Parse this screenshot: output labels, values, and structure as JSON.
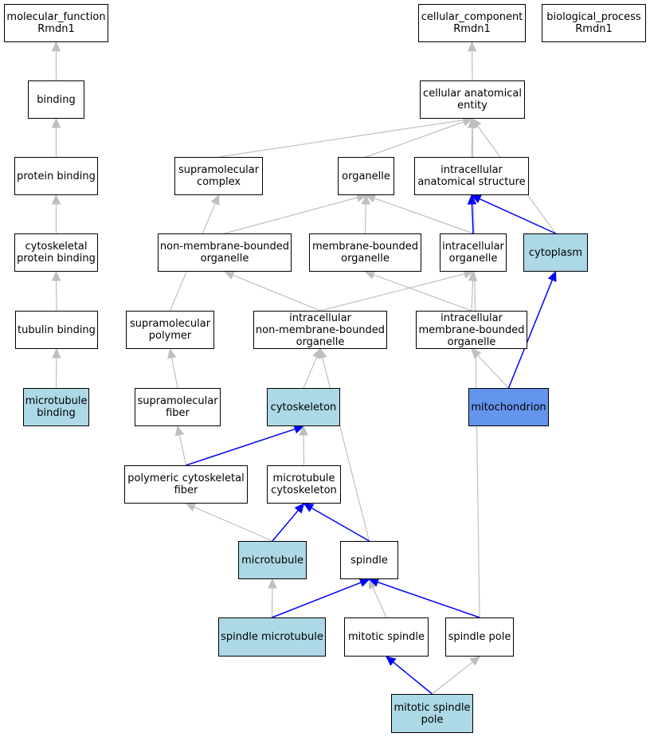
{
  "colors": {
    "node_default": "#ffffff",
    "node_highlight": "#add8e6",
    "node_selected": "#6495ed",
    "edge_gray": "#bfbfbf",
    "edge_blue": "#0000ff"
  },
  "nodes": {
    "mf_root": "molecular_function\nRmdn1",
    "binding": "binding",
    "protein_binding": "protein binding",
    "cytoskeletal_protein_binding": "cytoskeletal\nprotein binding",
    "tubulin_binding": "tubulin binding",
    "microtubule_binding": "microtubule\nbinding",
    "cc_root": "cellular_component\nRmdn1",
    "bp_root": "biological_process\nRmdn1",
    "cellular_anatomical_entity": "cellular anatomical\nentity",
    "supramolecular_complex": "supramolecular\ncomplex",
    "organelle": "organelle",
    "intracellular_anatomical_structure": "intracellular\nanatomical structure",
    "non_membrane_bounded_organelle": "non-membrane-bounded\norganelle",
    "membrane_bounded_organelle": "membrane-bounded\norganelle",
    "intracellular_organelle": "intracellular\norganelle",
    "cytoplasm": "cytoplasm",
    "supramolecular_polymer": "supramolecular\npolymer",
    "intracellular_nmb_organelle": "intracellular\nnon-membrane-bounded\norganelle",
    "intracellular_mb_organelle": "intracellular\nmembrane-bounded\norganelle",
    "supramolecular_fiber": "supramolecular\nfiber",
    "cytoskeleton": "cytoskeleton",
    "mitochondrion": "mitochondrion",
    "polymeric_cytoskeletal_fiber": "polymeric cytoskeletal\nfiber",
    "microtubule_cytoskeleton": "microtubule\ncytoskeleton",
    "microtubule": "microtubule",
    "spindle": "spindle",
    "spindle_microtubule": "spindle microtubule",
    "mitotic_spindle": "mitotic spindle",
    "spindle_pole": "spindle pole",
    "mitotic_spindle_pole": "mitotic spindle\npole"
  },
  "node_fill": {
    "microtubule_binding": "highlight",
    "cytoplasm": "highlight",
    "cytoskeleton": "highlight",
    "mitochondrion": "selected",
    "microtubule": "highlight",
    "spindle_microtubule": "highlight",
    "mitotic_spindle_pole": "highlight"
  },
  "edges": [
    {
      "from": "binding",
      "to": "mf_root",
      "color": "gray"
    },
    {
      "from": "protein_binding",
      "to": "binding",
      "color": "gray"
    },
    {
      "from": "cytoskeletal_protein_binding",
      "to": "protein_binding",
      "color": "gray"
    },
    {
      "from": "tubulin_binding",
      "to": "cytoskeletal_protein_binding",
      "color": "gray"
    },
    {
      "from": "microtubule_binding",
      "to": "tubulin_binding",
      "color": "gray"
    },
    {
      "from": "cellular_anatomical_entity",
      "to": "cc_root",
      "color": "gray"
    },
    {
      "from": "supramolecular_complex",
      "to": "cellular_anatomical_entity",
      "color": "gray"
    },
    {
      "from": "organelle",
      "to": "cellular_anatomical_entity",
      "color": "gray"
    },
    {
      "from": "intracellular_anatomical_structure",
      "to": "cellular_anatomical_entity",
      "color": "gray"
    },
    {
      "from": "cytoplasm",
      "to": "cellular_anatomical_entity",
      "color": "gray"
    },
    {
      "from": "spindle_pole",
      "to": "cellular_anatomical_entity",
      "color": "gray"
    },
    {
      "from": "non_membrane_bounded_organelle",
      "to": "organelle",
      "color": "gray"
    },
    {
      "from": "membrane_bounded_organelle",
      "to": "organelle",
      "color": "gray"
    },
    {
      "from": "intracellular_organelle",
      "to": "organelle",
      "color": "gray"
    },
    {
      "from": "intracellular_organelle",
      "to": "intracellular_anatomical_structure",
      "color": "blue"
    },
    {
      "from": "cytoplasm",
      "to": "intracellular_anatomical_structure",
      "color": "blue"
    },
    {
      "from": "supramolecular_polymer",
      "to": "supramolecular_complex",
      "color": "gray"
    },
    {
      "from": "intracellular_nmb_organelle",
      "to": "non_membrane_bounded_organelle",
      "color": "gray"
    },
    {
      "from": "intracellular_nmb_organelle",
      "to": "intracellular_organelle",
      "color": "gray"
    },
    {
      "from": "intracellular_mb_organelle",
      "to": "membrane_bounded_organelle",
      "color": "gray"
    },
    {
      "from": "intracellular_mb_organelle",
      "to": "intracellular_organelle",
      "color": "gray"
    },
    {
      "from": "supramolecular_fiber",
      "to": "supramolecular_polymer",
      "color": "gray"
    },
    {
      "from": "cytoskeleton",
      "to": "intracellular_nmb_organelle",
      "color": "gray"
    },
    {
      "from": "spindle",
      "to": "intracellular_nmb_organelle",
      "color": "gray"
    },
    {
      "from": "mitochondrion",
      "to": "intracellular_mb_organelle",
      "color": "gray"
    },
    {
      "from": "mitochondrion",
      "to": "cytoplasm",
      "color": "blue"
    },
    {
      "from": "polymeric_cytoskeletal_fiber",
      "to": "supramolecular_fiber",
      "color": "gray"
    },
    {
      "from": "polymeric_cytoskeletal_fiber",
      "to": "cytoskeleton",
      "color": "blue"
    },
    {
      "from": "microtubule_cytoskeleton",
      "to": "cytoskeleton",
      "color": "gray"
    },
    {
      "from": "microtubule",
      "to": "polymeric_cytoskeletal_fiber",
      "color": "gray"
    },
    {
      "from": "microtubule",
      "to": "microtubule_cytoskeleton",
      "color": "blue"
    },
    {
      "from": "spindle",
      "to": "microtubule_cytoskeleton",
      "color": "blue"
    },
    {
      "from": "spindle_microtubule",
      "to": "microtubule",
      "color": "gray"
    },
    {
      "from": "spindle_microtubule",
      "to": "spindle",
      "color": "blue"
    },
    {
      "from": "mitotic_spindle",
      "to": "spindle",
      "color": "gray"
    },
    {
      "from": "spindle_pole",
      "to": "spindle",
      "color": "blue"
    },
    {
      "from": "mitotic_spindle_pole",
      "to": "mitotic_spindle",
      "color": "blue"
    },
    {
      "from": "mitotic_spindle_pole",
      "to": "spindle_pole",
      "color": "gray"
    }
  ]
}
